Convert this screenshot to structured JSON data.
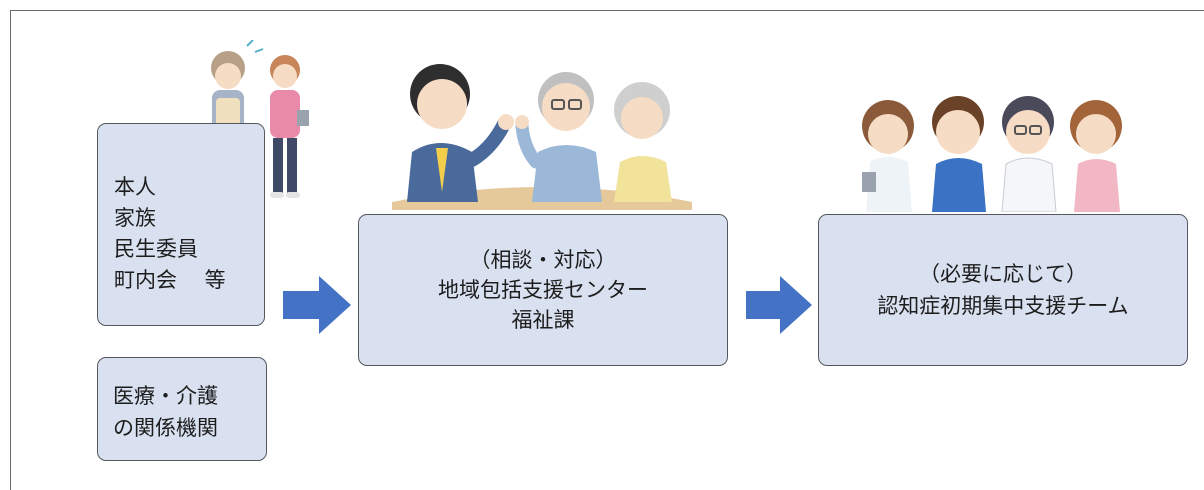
{
  "source_box": {
    "lines": [
      "本人",
      "家族",
      "民生委員",
      "町内会　 等"
    ]
  },
  "medical_box": {
    "lines": [
      "医療・介護",
      "の関係機関"
    ]
  },
  "center_box": {
    "subtitle": "（相談・対応）",
    "line1": "地域包括支援センター",
    "line2": "福祉課"
  },
  "team_box": {
    "subtitle": "（必要に応じて）",
    "line1": "認知症初期集中支援チーム"
  },
  "colors": {
    "box_fill": "#d9e1f1",
    "box_border": "#55595f",
    "arrow": "#4472c4"
  },
  "icons": [
    "two-women-talking-illustration",
    "consultation-meeting-illustration",
    "support-team-illustration",
    "right-arrow-icon"
  ]
}
